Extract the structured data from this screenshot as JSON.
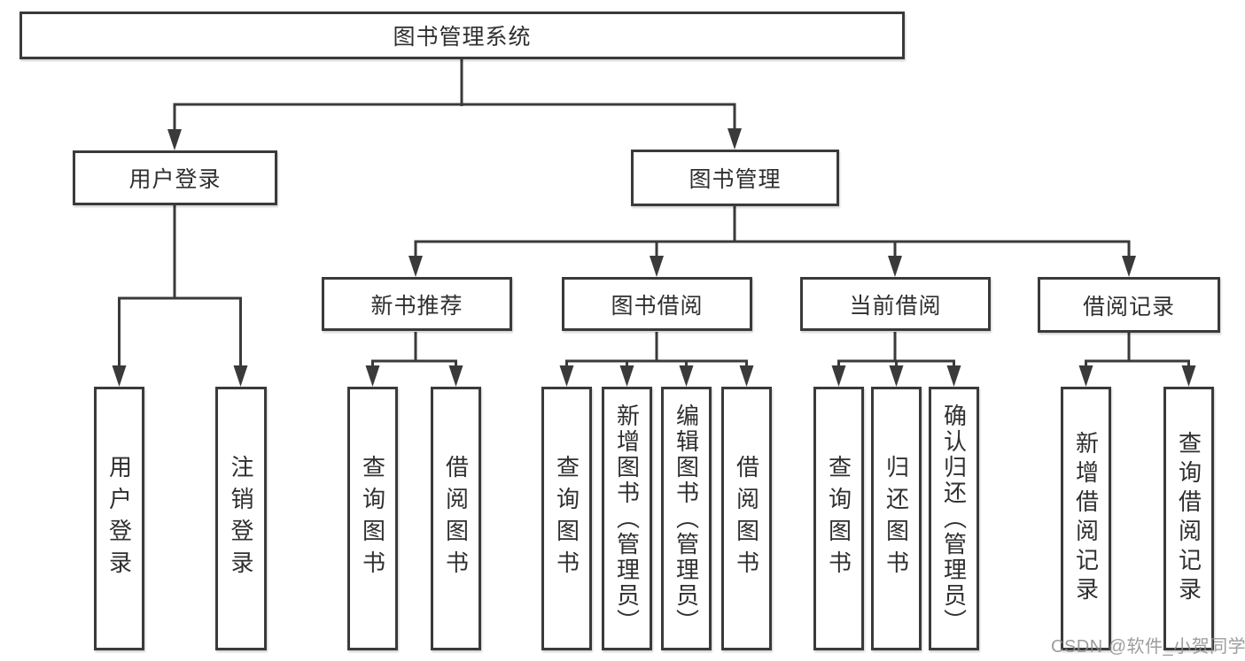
{
  "title": "图书管理系统",
  "watermark": "CSDN @软件_小贺同学",
  "colors": {
    "line": "#3a3a3a",
    "box_border": "#3a3a3a",
    "text": "#2f2f2f",
    "watermark": "#8c8c8c",
    "background": "#ffffff"
  },
  "tree": {
    "root": {
      "label": "图书管理系统"
    },
    "branches": [
      {
        "label": "用户登录",
        "children": [
          {
            "label": "用户登录"
          },
          {
            "label": "注销登录"
          }
        ]
      },
      {
        "label": "图书管理",
        "children": [
          {
            "label": "新书推荐",
            "children": [
              {
                "label": "查询图书"
              },
              {
                "label": "借阅图书"
              }
            ]
          },
          {
            "label": "图书借阅",
            "children": [
              {
                "label": "查询图书"
              },
              {
                "label": "新增图书（管理员）"
              },
              {
                "label": "编辑图书（管理员）"
              },
              {
                "label": "借阅图书"
              }
            ]
          },
          {
            "label": "当前借阅",
            "children": [
              {
                "label": "查询图书"
              },
              {
                "label": "归还图书"
              },
              {
                "label": "确认归还（管理员）"
              }
            ]
          },
          {
            "label": "借阅记录",
            "children": [
              {
                "label": "新增借阅记录"
              },
              {
                "label": "查询借阅记录"
              }
            ]
          }
        ]
      }
    ]
  }
}
